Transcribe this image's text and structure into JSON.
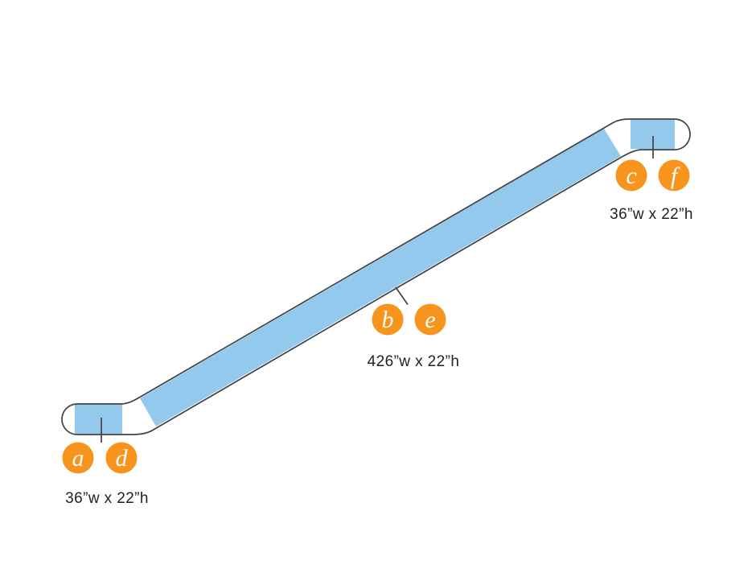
{
  "colors": {
    "panel_blue": "#92C9ED",
    "badge_orange": "#F7941E",
    "outline": "#414042",
    "text": "#231F20",
    "badge_letter": "#FFFFFF"
  },
  "handrail": {
    "bottom_panel": {
      "badges": [
        "a",
        "d"
      ],
      "size": "36”w x 22”h"
    },
    "middle_panel": {
      "badges": [
        "b",
        "e"
      ],
      "size": "426”w x 22”h"
    },
    "top_panel": {
      "badges": [
        "c",
        "f"
      ],
      "size": "36”w x 22”h"
    }
  }
}
